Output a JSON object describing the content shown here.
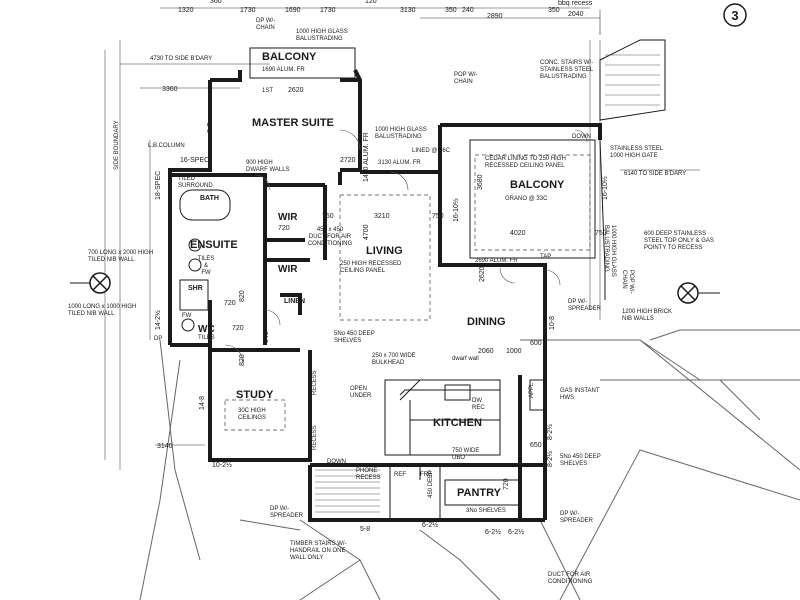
{
  "sheet_number": "3",
  "rooms": {
    "balcony_top": "BALCONY",
    "master_suite": "MASTER SUITE",
    "ensuite": "ENSUITE",
    "wir_1": "WIR",
    "wir_2": "WIR",
    "linen": "LINEN",
    "wc": "WC",
    "study": "STUDY",
    "living": "LIVING",
    "balcony_right": "BALCONY",
    "dining": "DINING",
    "kitchen": "KITCHEN",
    "pantry": "PANTRY",
    "bath": "BATH",
    "shr": "SHR",
    "down": "DOWN",
    "recess_1": "RECESS",
    "recess_2": "RECESS"
  },
  "notes": {
    "dp_chain_top": "DP W/-\nCHAIN",
    "glass_balus_top": "1000 HIGH GLASS\nBALUSTRADING",
    "alum_fr_1": "1690 ALUM. FR",
    "to_side_bdary_top": "4730 TO SIDE B'DARY",
    "pop_chain": "POP W/-\nCHAIN",
    "conc_stairs": "CONC. STAIRS W/-\nSTAINLESS STEEL\nBALUSTRADING",
    "side_boundary": "SIDE BOUNDARY",
    "l_b_column": "L.B.COLUMN",
    "glass_balus_mid": "1000 HIGH GLASS\nBALUSTRADING",
    "lined_66c": "LINED @ 66C",
    "stainless_gate": "STAINLESS STEEL\n1000 HIGH GATE",
    "to_side_bdary_right": "6140 TO SIDE B'DARY",
    "dwarf_walls": "900 HIGH\nDWARF WALLS",
    "alum_fr_2": "3130 ALUM. FR",
    "cedar_lining": "CEDAR LINING TO 250 HIGH\nRECESSED CEILING PANEL",
    "grano": "GRANO @ 33C",
    "tiled_surround": "TILED\nSURROUND",
    "glass_balus_right": "1000 HIGH GLASS\nBALUSTRADING",
    "duct_aircon_1": "450 x 450\nDUCT FOR AIR\nCONDITIONING",
    "recessed_ceiling": "250 HIGH RECESSED\nCEILING PANEL",
    "alum_fr_3": "2690 ALUM. FR",
    "tap": "TAP",
    "stainless_top": "600 DEEP STAINLESS\nSTEEL TOP ONLY & GAS\nPOINTY TO RECESS",
    "tiled_nib_1": "700 LONG x 2000 HIGH\nTILED NIB WALL",
    "pop_chain_right": "POP W/-\nCHAIN",
    "tiles_fw": "TILES\n&\nFW",
    "dp_spreader_right": "DP W/-\nSPREADER",
    "tiled_nib_2": "1000 LONG x 1000 HIGH\nTILED NIB WALL",
    "brick_nib": "1200 HIGH BRICK\nNIB WALLS",
    "fw": "FW",
    "wc_tiles": "TILES",
    "deep_shelves": "5No 450 DEEP\nSHELVES",
    "bulkhead": "250 x 700 WIDE\nBULKHEAD",
    "dwarf_wall": "dwarf wall",
    "open_under": "OPEN\nUNDER",
    "dw_rec": "DW\nREC",
    "gas_hws": "GAS INSTANT\nHWS",
    "appl": "APPL",
    "ceilings_30c": "30C HIGH\nCEILINGS",
    "uw_wide": "750 WIDE\nUBO",
    "shelves_right": "5No 450 DEEP\nSHELVES",
    "phone_recess": "PHONE\nRECESS",
    "ref": "REF",
    "fre": "FRE",
    "shelves_pantry": "3No SHELVES",
    "dp_spreader_left": "DP W/-\nSPREADER",
    "dp_spreader_bottom": "DP W/-\nSPREADER",
    "timber_stairs": "TIMBER STAIRS W/-\nHANDRAIL ON ONE\nWALL ONLY",
    "duct_aircon_2": "DUCT FOR AIR\nCONDITIONING",
    "deep_450": "450 DEEP",
    "dp": "DP",
    "stair_label": "1ST"
  },
  "dimensions": {
    "top": [
      "1320",
      "360",
      "1730",
      "1690",
      "1730",
      "120",
      "3130",
      "350",
      "240",
      "2890",
      "350",
      "bbq recess",
      "2040"
    ],
    "left": [
      "3360",
      "3140"
    ],
    "misc": [
      "2620",
      "2720",
      "750",
      "3210",
      "750",
      "4700",
      "3680",
      "4020",
      "750",
      "2620",
      "720",
      "720",
      "720",
      "820",
      "640",
      "820",
      "2060",
      "1000",
      "600",
      "650",
      "720",
      "14-8",
      "10-2½",
      "6-2½",
      "6-2½",
      "6-2½",
      "5-8",
      "10-8",
      "8-2½",
      "8-2½",
      "16-SPEC",
      "18-SPEC",
      "14-2½",
      "8-7",
      "16-10½",
      "16-10½",
      "1490 ALUM. FR"
    ]
  },
  "colors": {
    "wall": "#1a1a1a",
    "paper": "#ffffff",
    "roof": "#666666"
  }
}
